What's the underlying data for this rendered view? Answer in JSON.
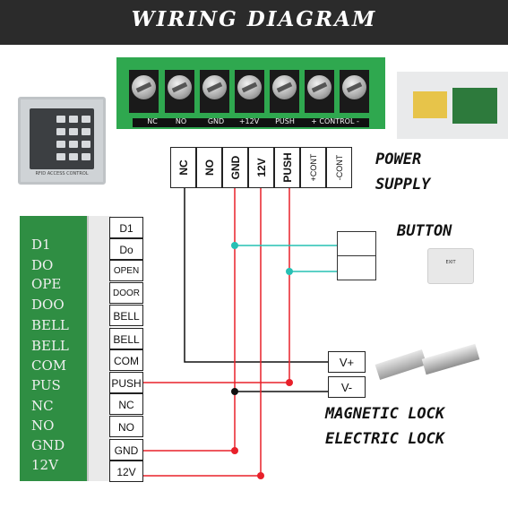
{
  "header": {
    "title": "WIRING DIAGRAM"
  },
  "terminal_block": {
    "labels": [
      "NC",
      "NO",
      "GND",
      "+12V",
      "PUSH",
      "+ CONTROL -"
    ]
  },
  "keypad": {
    "caption": "RFID ACCESS CONTROL"
  },
  "power_supply": {
    "terminals": [
      "NC",
      "NO",
      "GND",
      "12V",
      "PUSH",
      "+CONT",
      "-CONT"
    ],
    "label_line1": "POWER",
    "label_line2": "SUPPLY"
  },
  "controller": {
    "board_labels": [
      "D1",
      "DO",
      "OPE",
      "DOO",
      "BELL",
      "BELL",
      "COM",
      "PUS",
      "NC",
      "NO",
      "GND",
      "12V"
    ],
    "terminals": [
      "D1",
      "Do",
      "OPEN",
      "DOOR",
      "BELL",
      "BELL",
      "COM",
      "PUSH",
      "NC",
      "NO",
      "GND",
      "12V"
    ]
  },
  "button": {
    "label": "BUTTON",
    "device_text": "EXIT"
  },
  "lock": {
    "terminals": [
      "V+",
      "V-"
    ],
    "label_line1": "MAGNETIC LOCK",
    "label_line2": "ELECTRIC LOCK"
  },
  "colors": {
    "red_wire": "#e8202a",
    "black_wire": "#111111",
    "teal_wire": "#27c0b4",
    "pcb_green": "#2f8e43",
    "header_bg": "#2b2b2b"
  }
}
